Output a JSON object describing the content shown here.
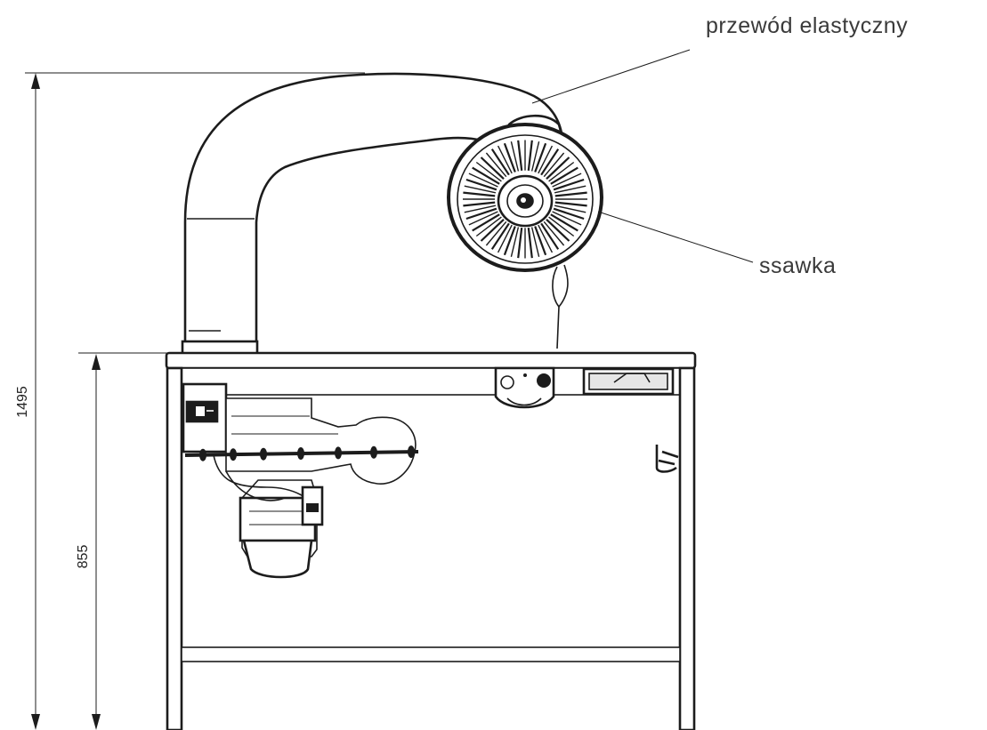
{
  "labels": {
    "hose": "przewód elastyczny",
    "nozzle": "ssawka"
  },
  "dimensions": {
    "total_height": "1495",
    "table_height": "855"
  },
  "colors": {
    "line": "#1c1c1c",
    "text": "#3a3a3a",
    "background": "#ffffff"
  }
}
